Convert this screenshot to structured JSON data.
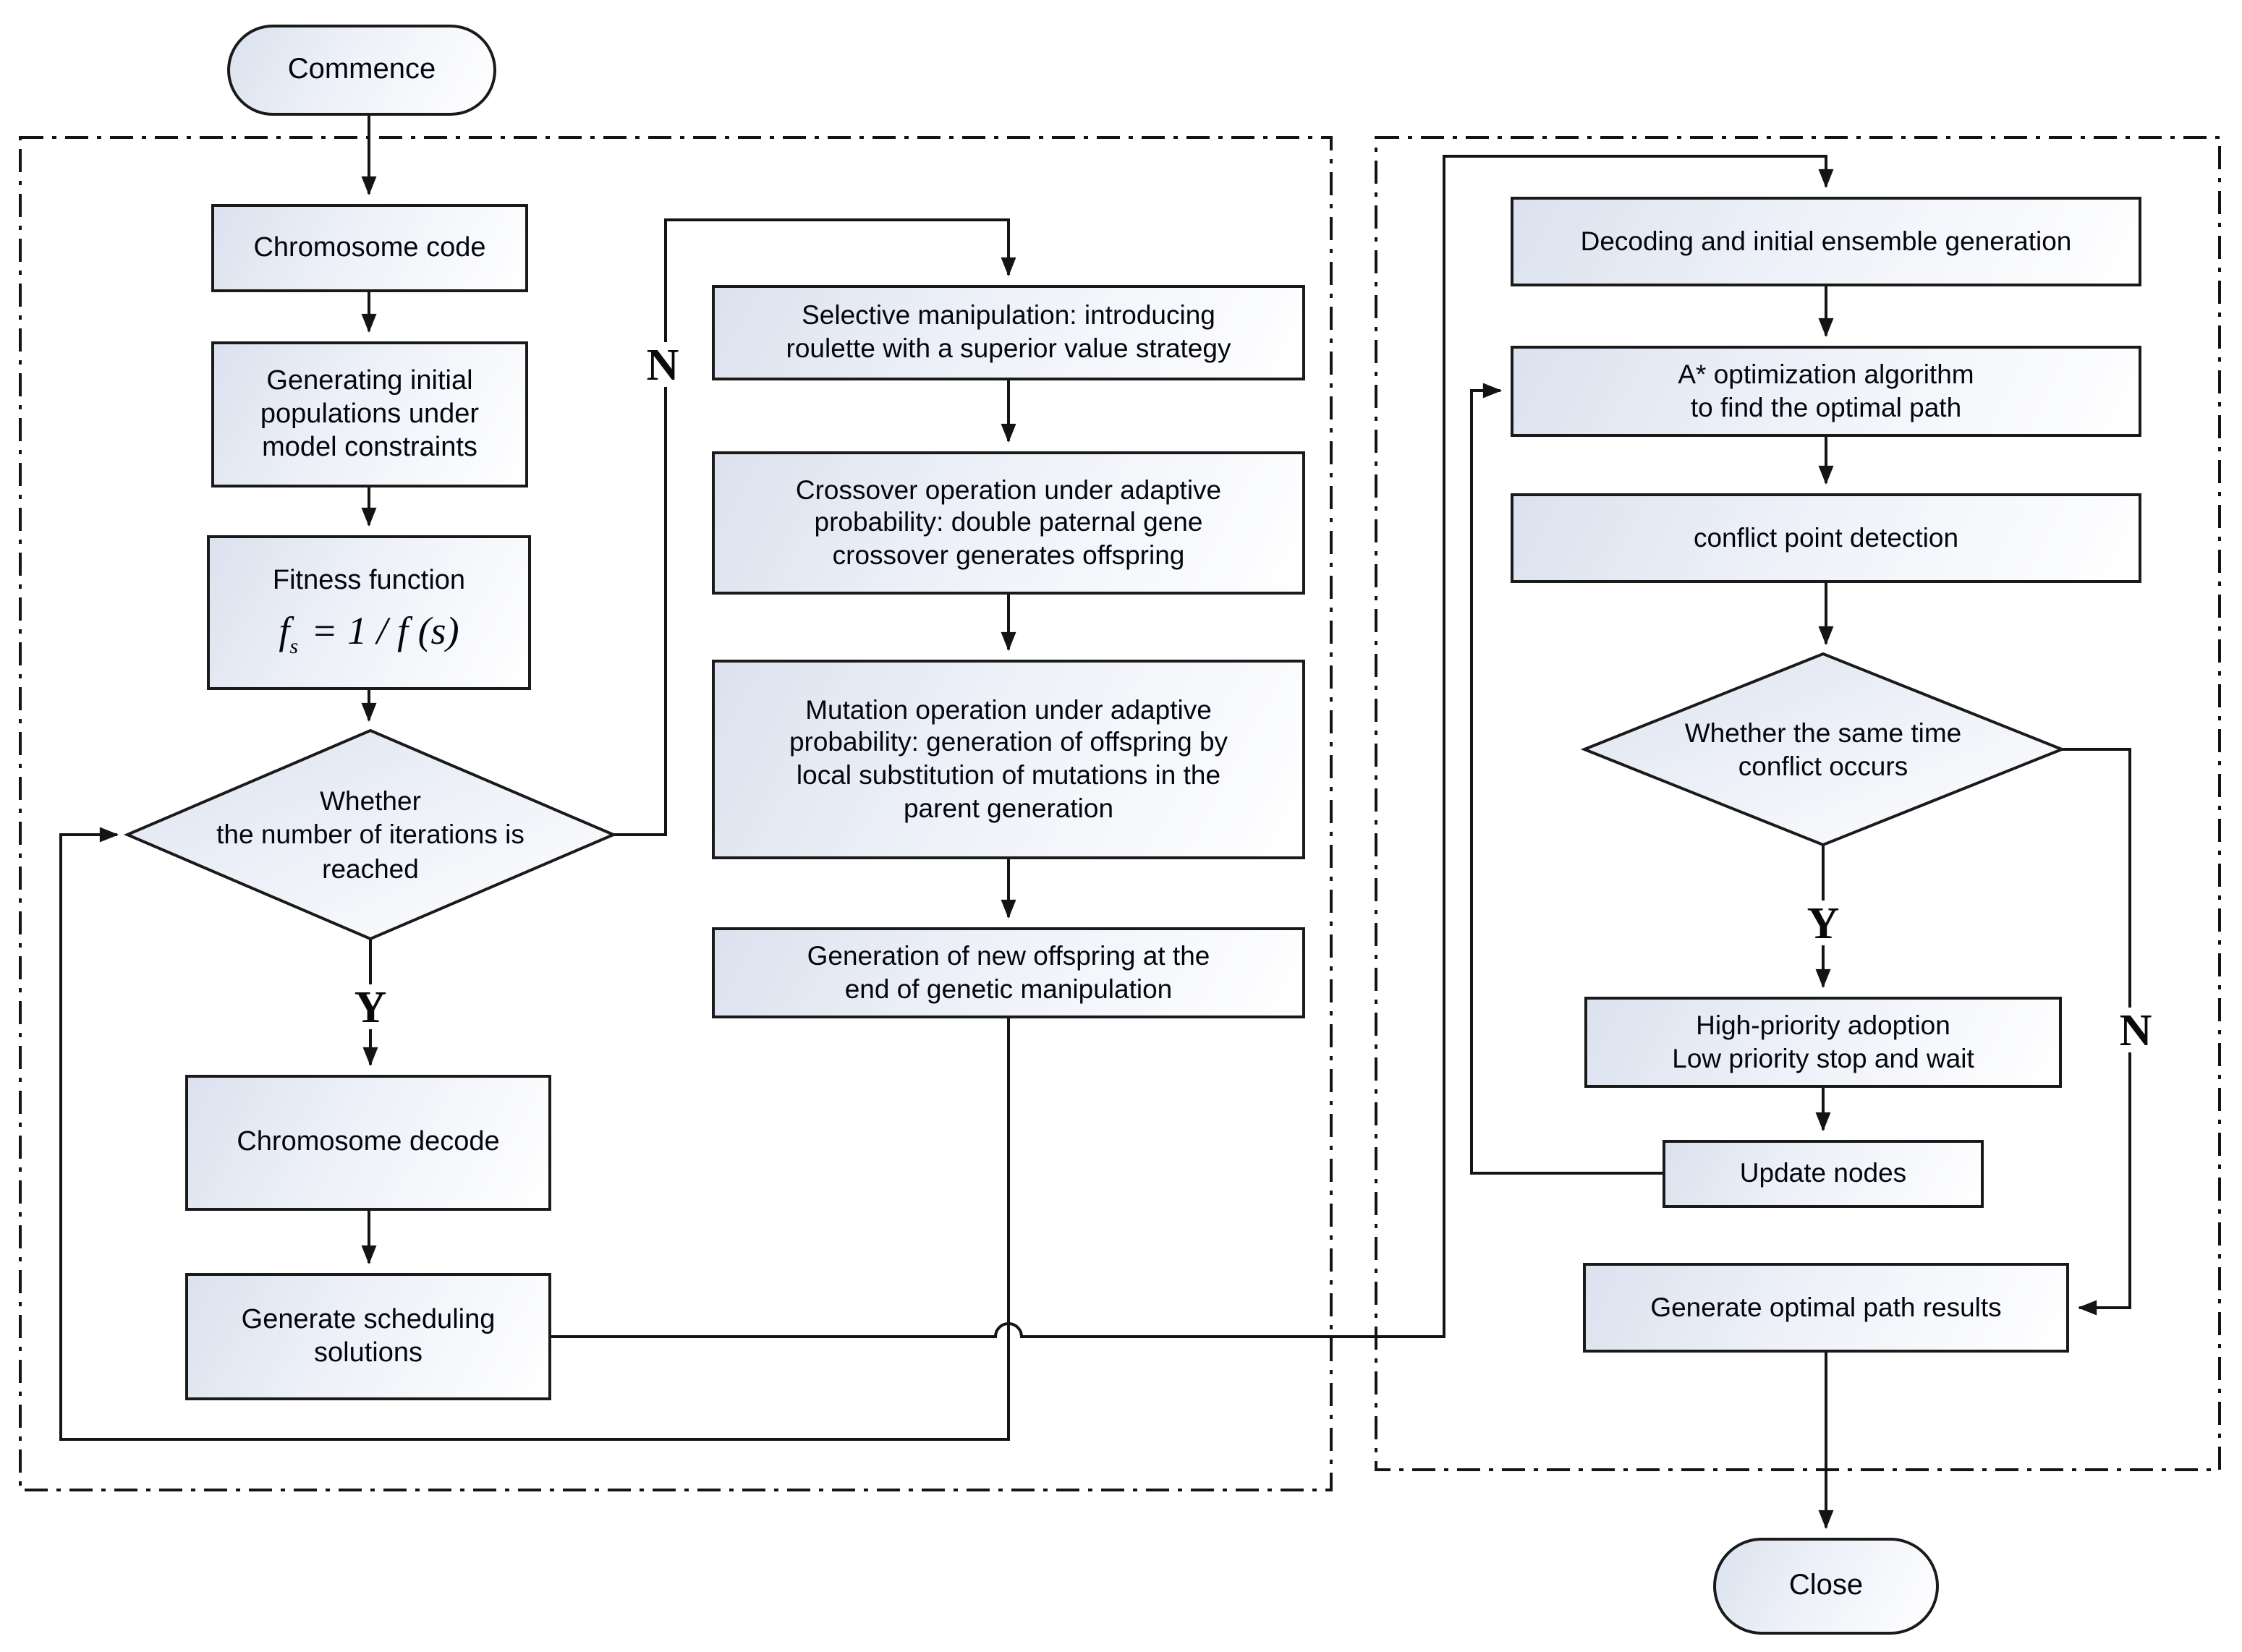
{
  "flowchart": {
    "colors": {
      "line": "#141414",
      "node_border": "#1a1a1a",
      "fill_start": "#dbe2ee",
      "fill_end": "#ffffff"
    },
    "decision_labels": {
      "yes": "Y",
      "no": "N"
    },
    "start": {
      "label": "Commence"
    },
    "end": {
      "label": "Close"
    },
    "ga_panel": {
      "chromosome_code": {
        "lines": [
          "Chromosome code"
        ]
      },
      "initial_populations": {
        "lines": [
          "Generating initial",
          "populations under",
          "model constraints"
        ]
      },
      "fitness": {
        "title": "Fitness function",
        "formula": {
          "var": "f",
          "sub": "s",
          "rest": "= 1 / f (s)"
        }
      },
      "iterations_decision": {
        "lines": [
          "Whether",
          "the number of iterations is",
          "reached"
        ]
      },
      "chromosome_decode": {
        "lines": [
          "Chromosome decode"
        ]
      },
      "scheduling": {
        "lines": [
          "Generate scheduling",
          "solutions"
        ]
      },
      "selective": {
        "lines": [
          "Selective manipulation: introducing",
          "roulette with a superior value strategy"
        ]
      },
      "crossover": {
        "lines": [
          "Crossover operation under adaptive",
          "probability: double paternal gene",
          "crossover generates offspring"
        ]
      },
      "mutation": {
        "lines": [
          "Mutation operation under adaptive",
          "probability: generation of offspring by",
          "local substitution of mutations in the",
          "parent generation"
        ]
      },
      "new_offspring": {
        "lines": [
          "Generation of new offspring at the",
          "end of genetic manipulation"
        ]
      }
    },
    "astar_panel": {
      "decoding": {
        "lines": [
          "Decoding and initial ensemble generation"
        ]
      },
      "astar": {
        "lines": [
          "A* optimization algorithm",
          "to find the optimal path"
        ]
      },
      "conflict_detection": {
        "lines": [
          "conflict point detection"
        ]
      },
      "same_time_decision": {
        "lines": [
          "Whether the same time",
          "conflict occurs"
        ]
      },
      "high_priority": {
        "lines": [
          "High-priority adoption",
          "Low priority stop and wait"
        ]
      },
      "update_nodes": {
        "lines": [
          "Update nodes"
        ]
      },
      "optimal_results": {
        "lines": [
          "Generate optimal path results"
        ]
      }
    }
  }
}
